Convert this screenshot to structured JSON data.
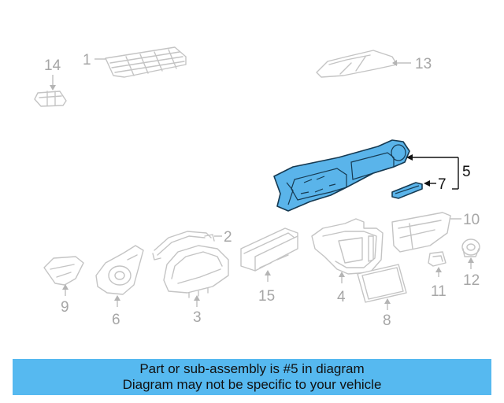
{
  "callouts": {
    "c1": "1",
    "c2": "2",
    "c3": "3",
    "c4": "4",
    "c5": "5",
    "c6": "6",
    "c7": "7",
    "c8": "8",
    "c9": "9",
    "c10": "10",
    "c11": "11",
    "c12": "12",
    "c13": "13",
    "c14": "14",
    "c15": "15"
  },
  "highlighted_parts": [
    "5",
    "7"
  ],
  "notice": {
    "line1": "Part or sub-assembly is #5 in diagram",
    "line2": "Diagram may not be specific to your vehicle"
  },
  "colors": {
    "highlight": "#5ab4ea",
    "banner": "#56b9f0",
    "faded_parts": "#c4c4c4"
  }
}
